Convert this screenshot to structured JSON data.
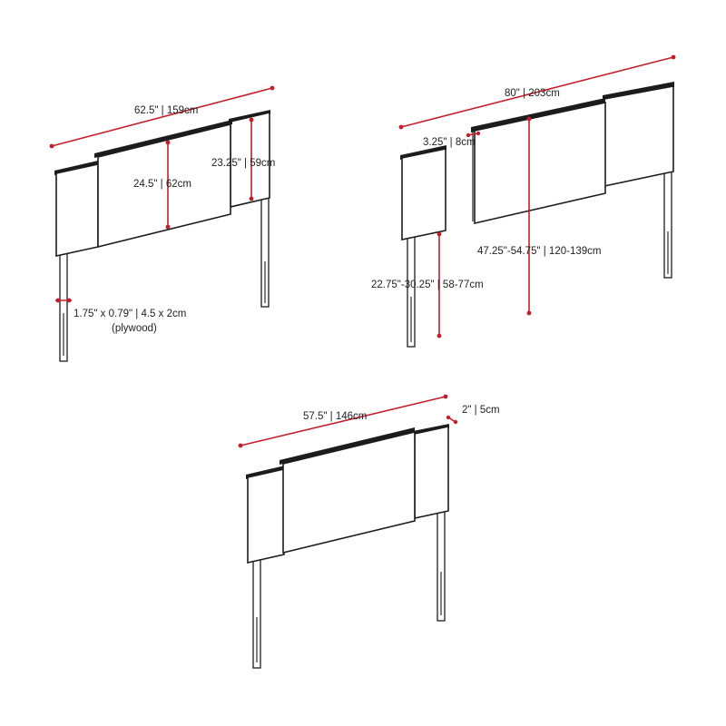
{
  "colors": {
    "dimension": "#c41e2a",
    "outline": "#1c1c1c",
    "background": "#ffffff"
  },
  "diagram_1": {
    "width": "62.5\" | 159cm",
    "center_panel_height": "24.5\" | 62cm",
    "side_panel_height": "23.25\" | 59cm",
    "leg_size": "1.75\" x 0.79\" | 4.5 x 2cm",
    "leg_material": "(plywood)"
  },
  "diagram_2": {
    "width": "80\" | 203cm",
    "panel_thickness": "3.25\" | 8cm",
    "overall_height": "47.25\"-54.75\" | 120-139cm",
    "leg_height": "22.75\"-30.25\" | 58-77cm"
  },
  "diagram_3": {
    "width": "57.5\" | 146cm",
    "depth": "2\" | 5cm"
  }
}
